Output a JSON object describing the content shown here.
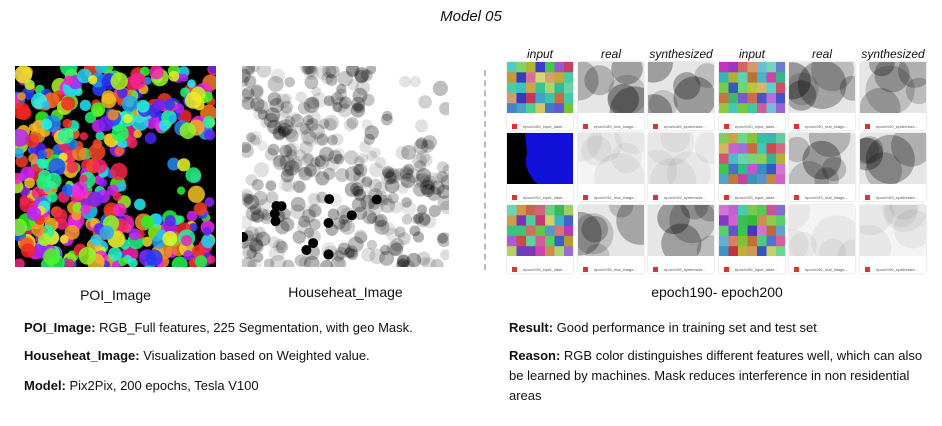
{
  "title": "Model 05",
  "left": {
    "poi_caption": "POI_Image",
    "heat_caption": "Househeat_Image",
    "desc": [
      {
        "label": "POI_Image:",
        "text": " RGB_Full features, 225 Segmentation, with geo Mask."
      },
      {
        "label": "Househeat_Image:",
        "text": " Visualization based on Weighted value."
      },
      {
        "label": "Model:",
        "text": " Pix2Pix, 200 epochs, Tesla V100"
      }
    ]
  },
  "right": {
    "headers": [
      "input",
      "real",
      "synthesized",
      "input",
      "real",
      "synthesized"
    ],
    "caption": "epoch190- epoch200",
    "files": [
      [
        "epoch189_input_label...",
        "epoch189_real_image...",
        "epoch189_synthesize...",
        "epoch190_input_label...",
        "epoch190_real_image...",
        "epoch190_synthesize..."
      ],
      [
        "epoch192_input_label...",
        "epoch192_real_image...",
        "epoch192_synthesize...",
        "epoch193_input_label...",
        "epoch193_real_image...",
        "epoch193_synthesize..."
      ],
      [
        "epoch195_input_label...",
        "epoch195_real_image...",
        "epoch195_synthesize...",
        "epoch196_input_label...",
        "epoch196_real_image...",
        "epoch196_synthesize..."
      ]
    ],
    "result": {
      "label": "Result:",
      "text": " Good performance in training set and test set"
    },
    "reason": {
      "label": "Reason:",
      "text": " RGB color distinguishes different features well, which can also be learned by machines. Mask reduces interference in non residential areas"
    }
  },
  "colors": {
    "file_icon": "#dd3333"
  }
}
